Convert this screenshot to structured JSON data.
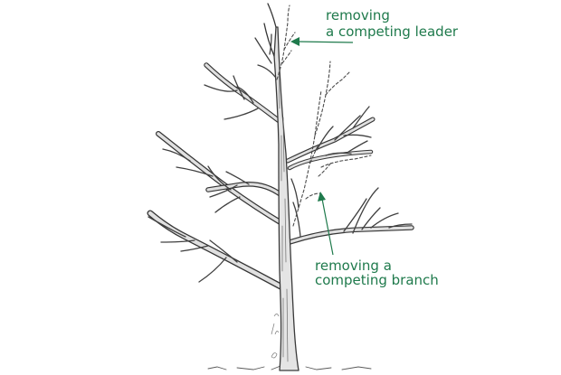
{
  "labels": {
    "leader_line1": "removing",
    "leader_line2": "a competing leader",
    "branch_line1": "removing a",
    "branch_line2": "competing branch"
  },
  "colors": {
    "label_text": "#1f7a4c",
    "arrow": "#1f7a4c",
    "ink": "#353535",
    "background": "#ffffff"
  }
}
